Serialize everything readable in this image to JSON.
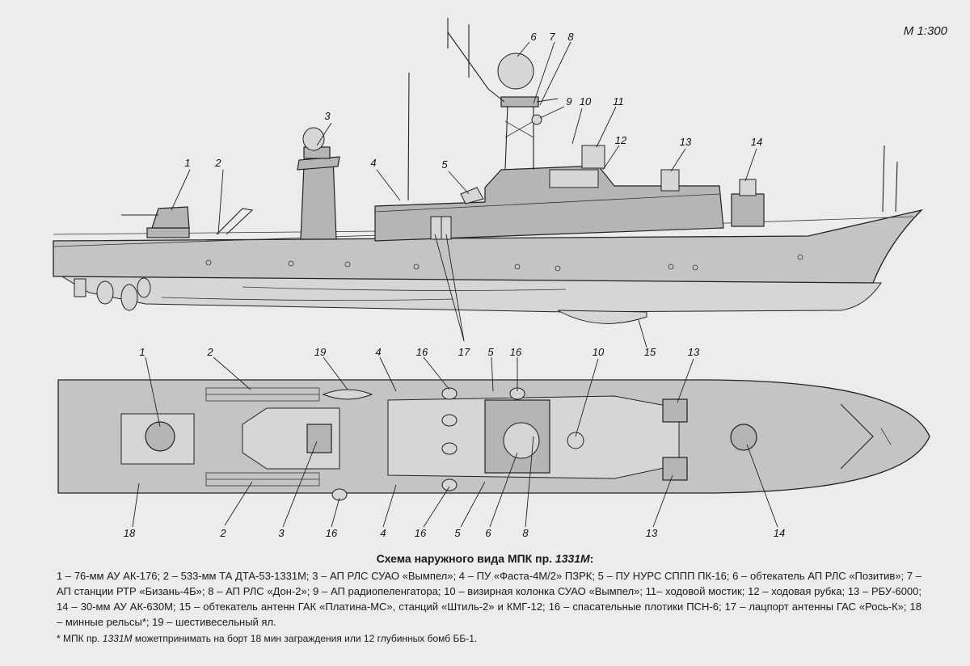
{
  "scale": "М 1:300",
  "caption": {
    "title_prefix": "Схема наружного вида МПК пр. ",
    "title_project": "1331М",
    "title_suffix": ":"
  },
  "legend_text": "1 – 76-мм АУ АК-176; 2 – 533-мм ТА ДТА-53-1331М; 3 – АП РЛС СУАО «Вымпел»; 4 – ПУ «Фаста-4М/2» ПЗРК; 5 – ПУ НУРС СППП ПК-16; 6 – обтекатель АП РЛС «Позитив»; 7 – АП станции РТР «Бизань-4Б»; 8 – АП РЛС «Дон-2»; 9 – АП радиопеленгатора; 10 – визирная колонка СУАО «Вымпел»; 11– ходовой мостик; 12 – ходовая рубка; 13 – РБУ-6000; 14 – 30-мм АУ АК-630М; 15 – обтекатель антенн ГАК «Платина-МС», станций «Штиль-2» и КМГ-12; 16 – спасательные плотики ПСН-6; 17 – лацпорт антенны ГАС «Рось-К»; 18 – минные рельсы*; 19 – шестивесельный ял.",
  "footnote": {
    "prefix": "* МПК пр. ",
    "project": "1331М",
    "suffix": " можетпринимать на борт 18 мин заграждения или 12 глубинных бомб ББ-1."
  },
  "side_labels": [
    "1",
    "2",
    "3",
    "4",
    "5",
    "6",
    "7",
    "8",
    "9",
    "10",
    "11",
    "12",
    "13",
    "14",
    "15",
    "17"
  ],
  "plan_labels": [
    "1",
    "2",
    "19",
    "4",
    "16",
    "5",
    "16",
    "10",
    "13",
    "18",
    "2",
    "3",
    "16",
    "4",
    "16",
    "5",
    "6",
    "8",
    "13",
    "14"
  ]
}
